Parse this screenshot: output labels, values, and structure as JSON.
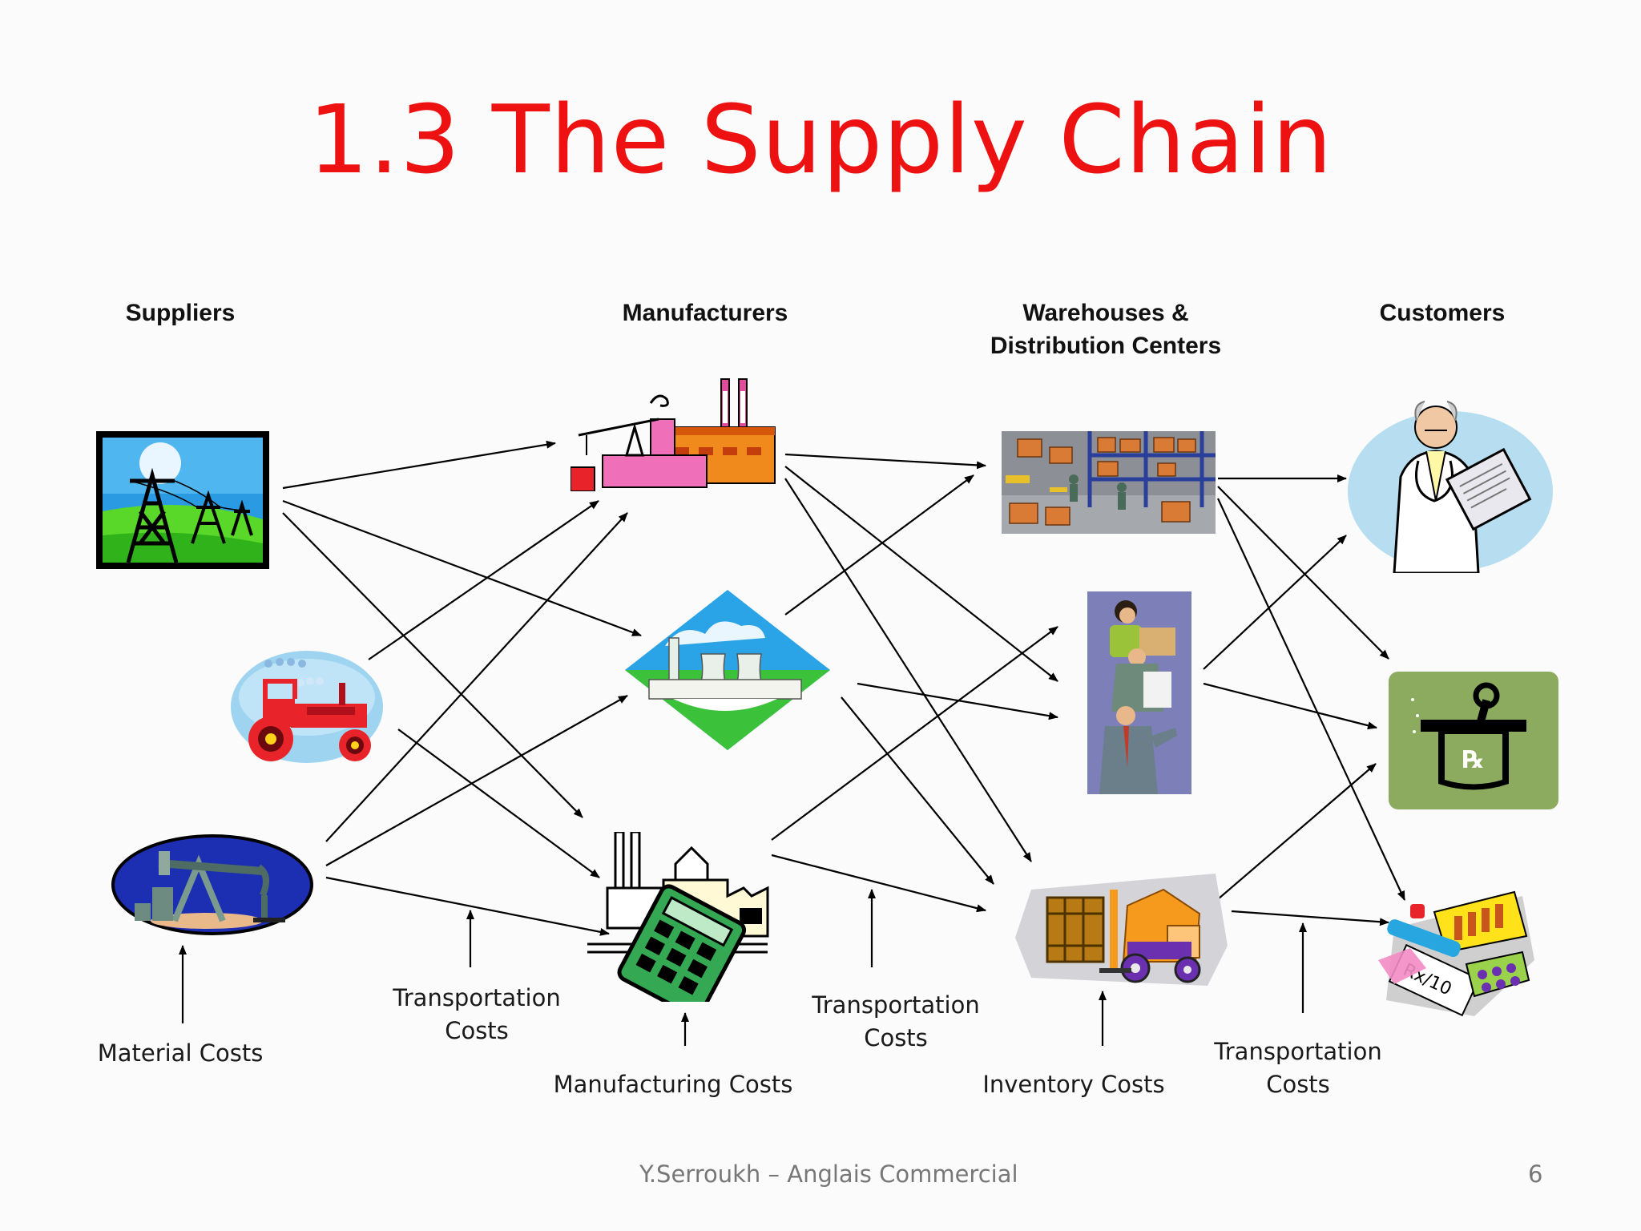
{
  "title": "1.3 The Supply Chain",
  "columns": {
    "suppliers": "Suppliers",
    "manufacturers": "Manufacturers",
    "warehouses_line1": "Warehouses &",
    "warehouses_line2": "Distribution Centers",
    "customers": "Customers"
  },
  "costs": {
    "material": "Material Costs",
    "transport1_line1": "Transportation",
    "transport1_line2": "Costs",
    "manufacturing": "Manufacturing Costs",
    "transport2_line1": "Transportation",
    "transport2_line2": "Costs",
    "inventory": "Inventory Costs",
    "transport3_line1": "Transportation",
    "transport3_line2": "Costs"
  },
  "footer": {
    "author": "Y.Serroukh – Anglais Commercial",
    "page": "6"
  },
  "nodes": {
    "suppliers": [
      "power-lines-icon",
      "tractor-icon",
      "oil-pump-icon"
    ],
    "manufacturers": [
      "factory-icon",
      "power-plant-icon",
      "factory-calculator-icon"
    ],
    "warehouses": [
      "warehouse-icon",
      "business-people-icon",
      "forklift-icon"
    ],
    "customers": [
      "doctor-icon",
      "pharmacy-mortar-icon",
      "medicine-icon"
    ]
  },
  "colors": {
    "title": "#ee1111",
    "arrow": "#000000"
  }
}
